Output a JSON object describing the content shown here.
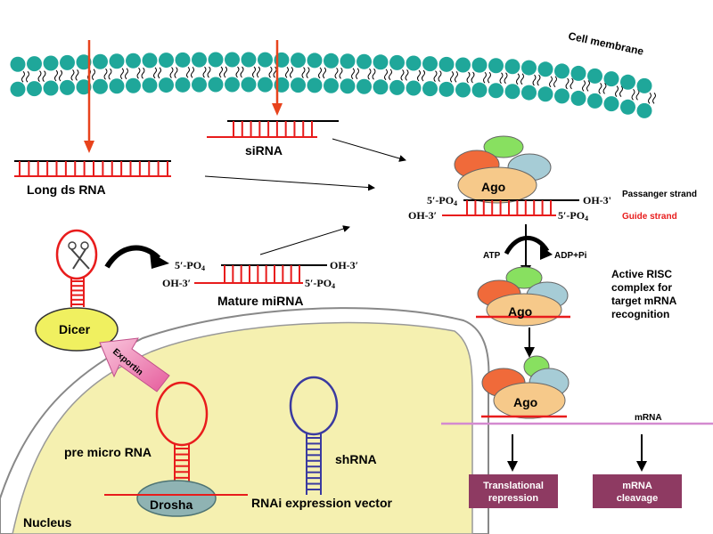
{
  "labels": {
    "cell_membrane": "Cell membrane",
    "sirna": "siRNA",
    "long_ds_rna": "Long ds RNA",
    "mature_mirna": "Mature miRNA",
    "dicer": "Dicer",
    "exportin": "Exportin",
    "pre_micro_rna": "pre micro RNA",
    "drosha": "Drosha",
    "shrna": "shRNA",
    "rnai_vector": "RNAi expression vector",
    "nucleus": "Nucleus",
    "passenger_strand": "Passanger strand",
    "guide_strand": "Guide strand",
    "atp": "ATP",
    "adp": "ADP+Pi",
    "active_risc_1": "Active RISC",
    "active_risc_2": "complex for",
    "active_risc_3": "target mRNA",
    "active_risc_4": "recognition",
    "mrna": "mRNA",
    "ago": "Ago",
    "translational_1": "Translational",
    "translational_2": "repression",
    "cleavage_1": "mRNA",
    "cleavage_2": "cleavage",
    "p5": "5′-PO",
    "p5_sub": "4",
    "oh3": "OH-3′",
    "oh3b": "OH-3'",
    "p5_ago": "5′-PO",
    "p5_ago_sub": "4"
  },
  "colors": {
    "membrane_head": "#1fa79a",
    "red_strand": "#e81c1c",
    "arrow_orange": "#e8431c",
    "nucleus_fill": "#f5f0b0",
    "dicer_fill": "#f0f060",
    "drosha_fill": "#8fb3b3",
    "outcome_box": "#8e3a62",
    "mrna_line": "#d48ad0",
    "ago_fill": "#f6c98a",
    "blob_red": "#f06a3a",
    "blob_green": "#88e060",
    "blob_blue": "#a6ccd6",
    "shrna_blue": "#3a3aa0"
  }
}
